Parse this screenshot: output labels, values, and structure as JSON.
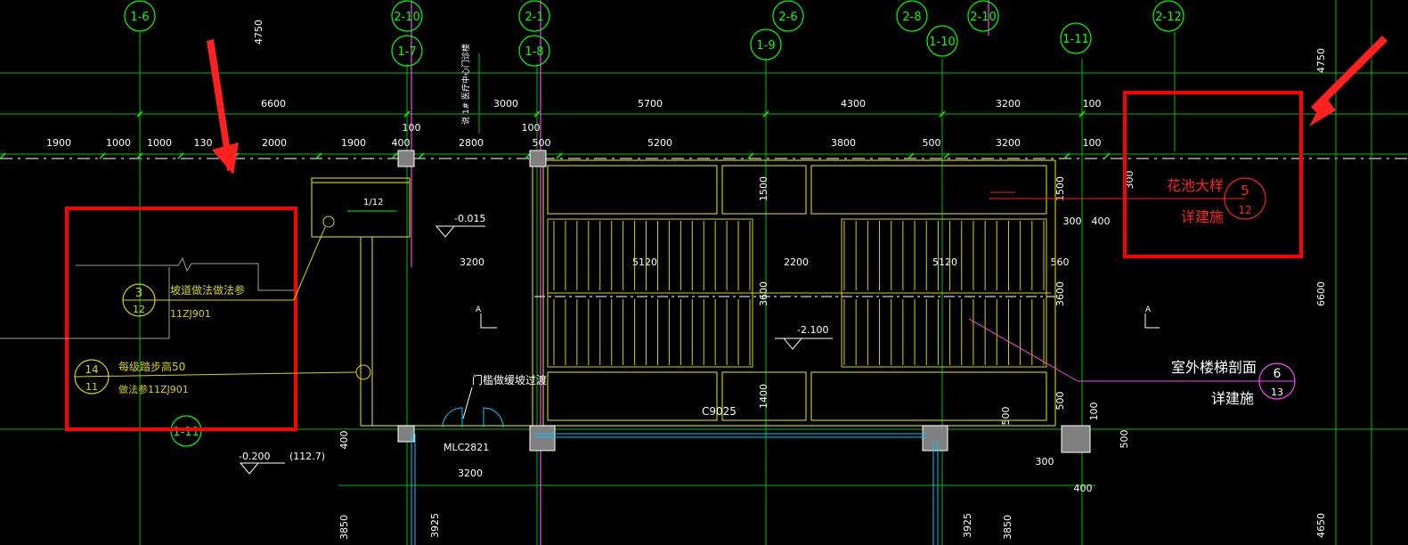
{
  "colors": {
    "background": "#000000",
    "grid_line": "#00c000",
    "dimension": "#00ff00",
    "dim_text": "#ffffff",
    "wall": "#c8c800",
    "stair": "#d4d400",
    "annotation_red": "#ff2020",
    "highlight_box": "#ff0000",
    "magenta": "#ff40ff",
    "cyan": "#00c8ff",
    "gray": "#a0a0a0"
  },
  "axis_bubbles_top": [
    "1-6",
    "2-10",
    "2-1",
    "2-6",
    "2-8",
    "2-10",
    "2-12"
  ],
  "axis_bubbles_second": [
    "1-7",
    "1-8",
    "1-9",
    "1-10",
    "1-11"
  ],
  "axis_bubble_bottom": "1-11",
  "dimensions_row1": [
    "6600",
    "3000",
    "5700",
    "4300",
    "3200",
    "100"
  ],
  "dimensions_row2": [
    "1900",
    "1000",
    "1000",
    "130",
    "2000",
    "1900",
    "400",
    "2800",
    "500",
    "5200",
    "3800",
    "500",
    "3200",
    "100"
  ],
  "small_dims": {
    "d100_a": "100",
    "d100_b": "100",
    "d300": "300",
    "d400": "400",
    "d500_side": "500",
    "d1500_top": "1500",
    "d1500_right": "1500",
    "d1400": "1400",
    "d3600_mid": "3600",
    "d3600_right": "3600",
    "d3200": "3200",
    "d5120_a": "5120",
    "d2200": "2200",
    "d5120_b": "5120",
    "d560": "560",
    "d3200_bottom": "3200",
    "d300_b": "300",
    "d400_b": "400",
    "d500_b": "500",
    "d500_c": "500",
    "d100_c": "100",
    "d400_left": "400",
    "d4750_left": "4750",
    "d4750_right": "4750",
    "d6600_right": "6600",
    "d3925_a": "3925",
    "d3925_b": "3925",
    "d3850_a": "3850",
    "d3850_b": "3850",
    "d4650": "4650"
  },
  "elevations": {
    "e1": "-0.015",
    "e2": "-2.100",
    "e3": "-0.200",
    "e3_paren": "(112.7)"
  },
  "slope": "1/12",
  "section_marks": [
    "A",
    "A"
  ],
  "door_label": "MLC2821",
  "window_label": "C9025",
  "vertical_note": "说 1# 医疗中心门诊楼",
  "annotations": {
    "flower_pool_line1": "花池大样",
    "flower_pool_line2": "详建施",
    "flower_pool_num": "5",
    "flower_pool_sheet": "12",
    "ramp_text": "坡道做法做法参",
    "ramp_num": "3",
    "ramp_sheet": "12",
    "ramp_ref": "11ZJ901",
    "step_text1": "每级踏步高50",
    "step_text2": "做法参11ZJ901",
    "step_num": "14",
    "step_sheet": "11",
    "stair_section_line1": "室外楼梯剖面",
    "stair_section_line2": "详建施",
    "stair_num": "6",
    "stair_sheet": "13",
    "threshold": "门槛做缓坡过渡"
  }
}
